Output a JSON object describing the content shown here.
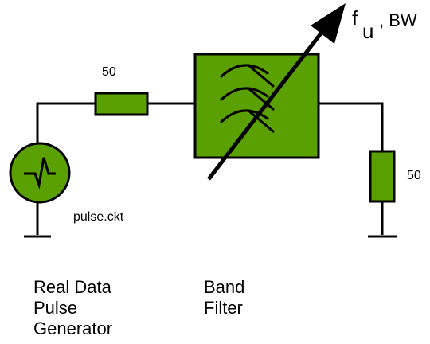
{
  "colors": {
    "component_fill": "#5aa000",
    "wire": "#000000",
    "background": "#ffffff"
  },
  "source": {
    "file_label": "pulse.ckt",
    "caption": [
      "Real Data",
      "Pulse",
      "Generator"
    ]
  },
  "resistor_series": {
    "value_label": "50"
  },
  "resistor_load": {
    "value_label": "50"
  },
  "filter": {
    "caption": [
      "Band",
      "Filter"
    ],
    "tuning_label_main": "f",
    "tuning_label_sub": "u",
    "tuning_label_tail": ", BW"
  }
}
